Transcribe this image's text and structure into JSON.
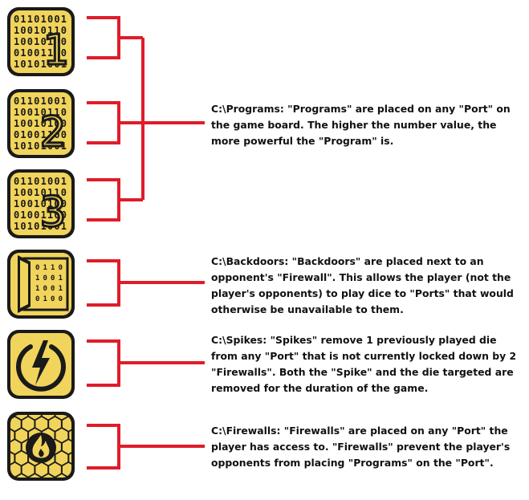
{
  "colors": {
    "bracket_red": "#e01c2a",
    "tile_yellow": "#f1d45b",
    "tile_yellow_dark": "#b8961e",
    "tile_ink": "#1a1a1a"
  },
  "binary_rows": [
    "01101001",
    "10010110",
    "10010100",
    "01001100",
    "10101001"
  ],
  "tiles": [
    {
      "kind": "program",
      "number": "1",
      "icon": "program-1-icon"
    },
    {
      "kind": "program",
      "number": "2",
      "icon": "program-2-icon"
    },
    {
      "kind": "program",
      "number": "3",
      "icon": "program-3-icon"
    },
    {
      "kind": "backdoor",
      "icon": "backdoor-icon"
    },
    {
      "kind": "spike",
      "icon": "spike-power-icon"
    },
    {
      "kind": "firewall",
      "icon": "firewall-flame-icon"
    }
  ],
  "descriptions": {
    "programs": "C:\\Programs: \"Programs\" are placed  on any \"Port\" on the game board. The higher the number value, the more powerful the \"Program\" is.",
    "backdoors": "C:\\Backdoors: \"Backdoors\" are placed next to an opponent's \"Firewall\". This allows the player (not the player's opponents) to play dice to \"Ports\" that would otherwise be unavailable to them.",
    "spikes": "C:\\Spikes: \"Spikes\" remove 1 previously played die from any \"Port\" that is not currently locked down by 2 \"Firewalls\". Both the \"Spike\" and the die targeted are removed for the duration of the game.",
    "firewalls": "C:\\Firewalls: \"Firewalls\" are placed on any \"Port\" the player has access to. \"Firewalls\" prevent the player's opponents from placing \"Programs\" on the \"Port\"."
  }
}
